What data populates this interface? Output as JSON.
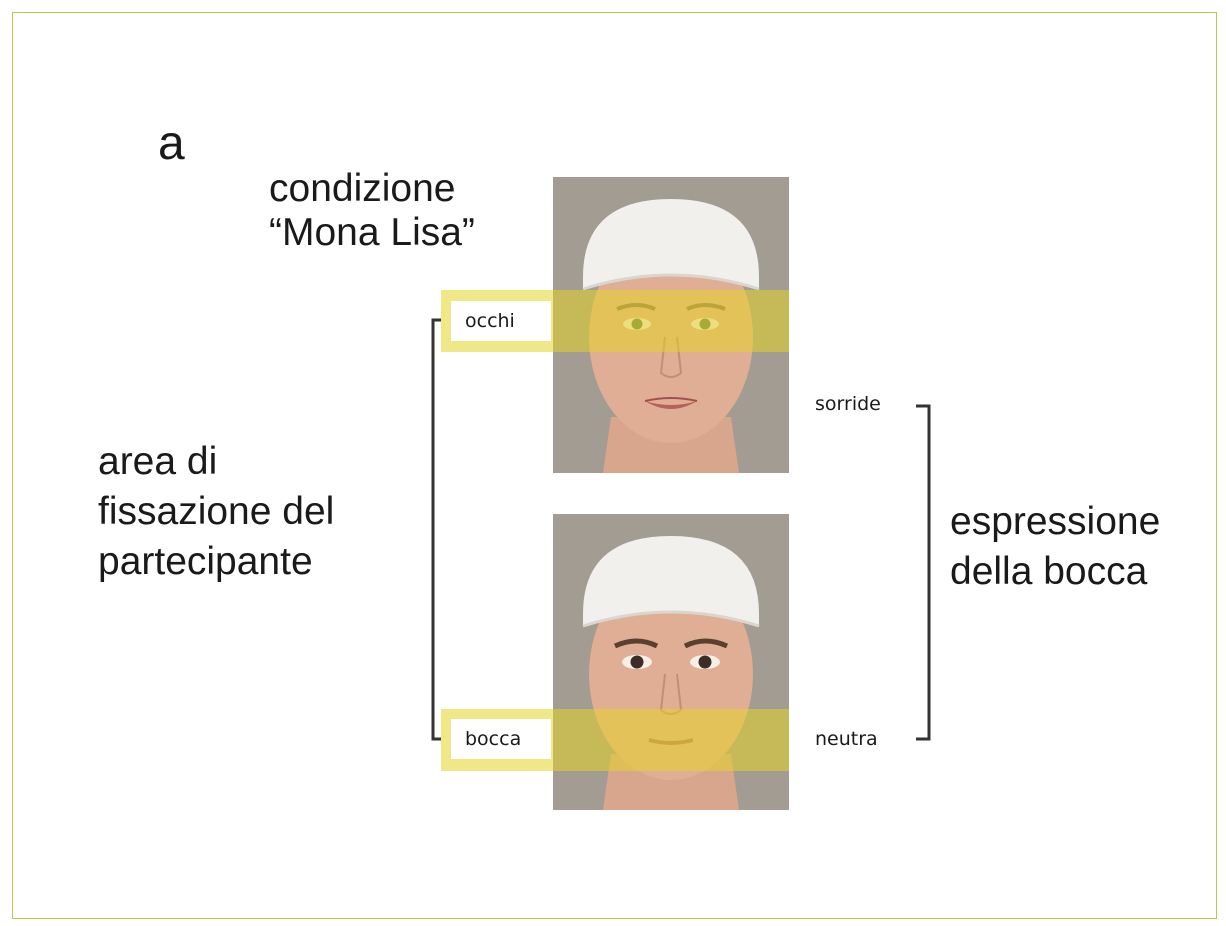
{
  "panel_letter": "a",
  "condition": {
    "line1": "condizione",
    "line2": "“Mona Lisa”"
  },
  "fixation_area": {
    "line1": "area di",
    "line2": "fissazione del",
    "line3": "partecipante",
    "eyes_label": "occhi",
    "mouth_label": "bocca"
  },
  "mouth_expression": {
    "line1": "espressione",
    "line2": "della bocca",
    "smiling_label": "sorride",
    "neutral_label": "neutra"
  },
  "colors": {
    "aoi_highlight": "#e4d428",
    "frame_border": "#b9c94a",
    "face_background": "#a09a90"
  }
}
